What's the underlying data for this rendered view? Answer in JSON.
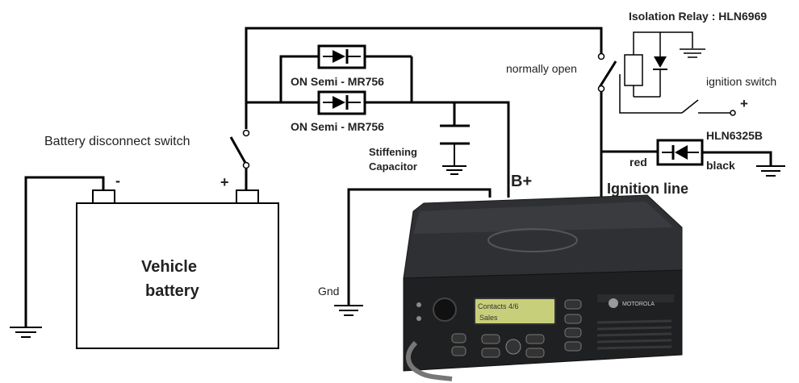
{
  "labels": {
    "isolation_relay": "Isolation Relay : HLN6969",
    "normally_open": "normally open",
    "ignition_switch": "ignition switch",
    "plus_ignition": "+",
    "hln6325b": "HLN6325B",
    "red": "red",
    "black": "black",
    "ignition_line": "Ignition line",
    "diode_top": "ON Semi - MR756",
    "diode_bottom": "ON Semi - MR756",
    "battery_disconnect": "Battery disconnect switch",
    "stiffening_1": "Stiffening",
    "stiffening_2": "Capacitor",
    "b_plus": "B+",
    "battery_minus": "-",
    "battery_plus": "+",
    "vehicle_1": "Vehicle",
    "vehicle_2": "battery",
    "gnd": "Gnd"
  },
  "radio": {
    "display_line1": "Contacts 4/6",
    "display_line2": "Sales",
    "brand": "MOTOROLA"
  }
}
